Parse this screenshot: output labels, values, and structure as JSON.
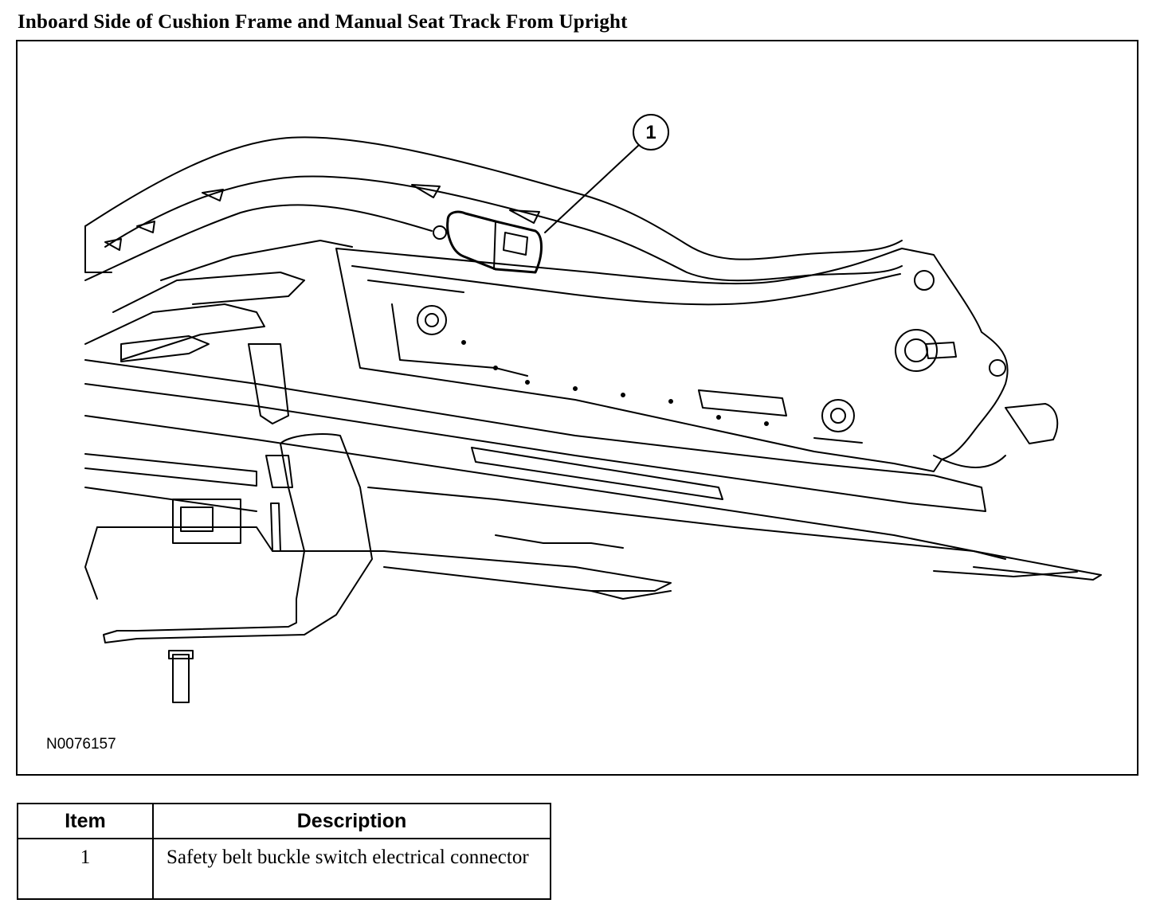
{
  "page": {
    "title": "Inboard Side of Cushion Frame and Manual Seat Track From Upright"
  },
  "figure": {
    "figure_id": "N0076157",
    "callouts": [
      {
        "number": "1"
      }
    ]
  },
  "legend_table": {
    "headers": {
      "item": "Item",
      "description": "Description"
    },
    "rows": [
      {
        "item": "1",
        "description": "Safety belt buckle switch electrical connector"
      }
    ]
  }
}
